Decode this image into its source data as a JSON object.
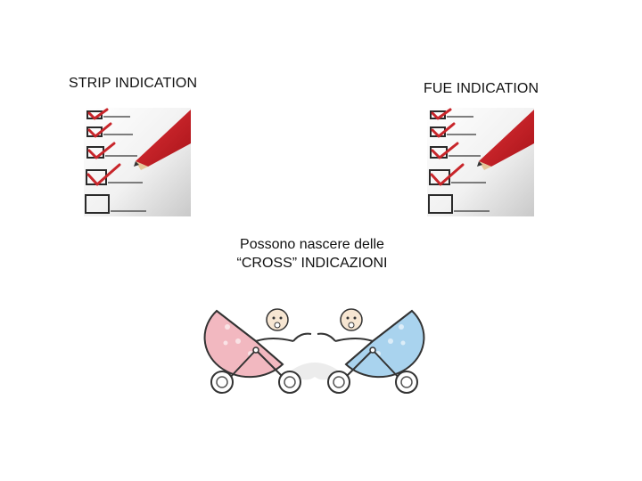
{
  "slide": {
    "strip_label": "STRIP INDICATION",
    "fue_label": "FUE INDICATION",
    "cross_line1": "Possono nascere delle",
    "cross_line2": "“CROSS” INDICAZIONI"
  },
  "icons": {
    "left_picture": "checklist-pencil-icon",
    "right_picture": "checklist-pencil-icon",
    "bottom_picture": "baby-strollers-icon"
  },
  "colors": {
    "check_red": "#c8262b",
    "pencil_red": "#c81e23",
    "pink_stroller": "#f2b8c0",
    "blue_stroller": "#a9d3ee",
    "text": "#111111"
  }
}
